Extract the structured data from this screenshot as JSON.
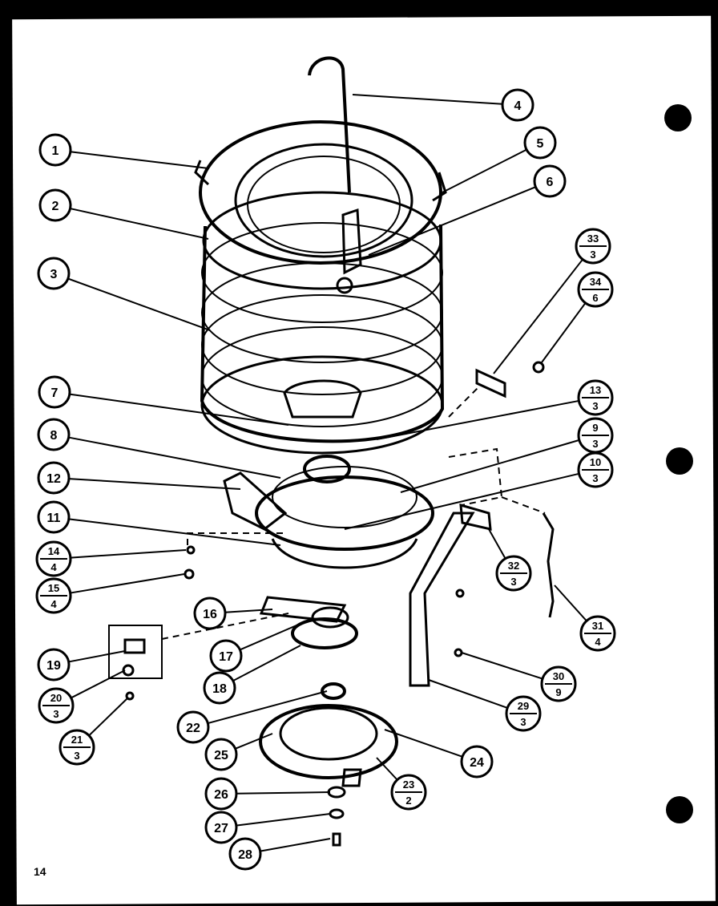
{
  "page": {
    "page_number": "14",
    "background_color": "#ffffff",
    "ink_color": "#000000"
  },
  "callouts": [
    {
      "id": "c1",
      "label": "1"
    },
    {
      "id": "c2",
      "label": "2"
    },
    {
      "id": "c3",
      "label": "3"
    },
    {
      "id": "c4",
      "label": "4"
    },
    {
      "id": "c5",
      "label": "5"
    },
    {
      "id": "c6",
      "label": "6"
    },
    {
      "id": "c7",
      "label": "7"
    },
    {
      "id": "c8",
      "label": "8"
    },
    {
      "id": "c9",
      "label": "9",
      "qty": "3"
    },
    {
      "id": "c10",
      "label": "10",
      "qty": "3"
    },
    {
      "id": "c11",
      "label": "11"
    },
    {
      "id": "c12",
      "label": "12"
    },
    {
      "id": "c13",
      "label": "13",
      "qty": "3"
    },
    {
      "id": "c14",
      "label": "14",
      "qty": "4"
    },
    {
      "id": "c15",
      "label": "15",
      "qty": "4"
    },
    {
      "id": "c16",
      "label": "16"
    },
    {
      "id": "c17",
      "label": "17"
    },
    {
      "id": "c18",
      "label": "18"
    },
    {
      "id": "c19",
      "label": "19"
    },
    {
      "id": "c20",
      "label": "20",
      "qty": "3"
    },
    {
      "id": "c21",
      "label": "21",
      "qty": "3"
    },
    {
      "id": "c22",
      "label": "22"
    },
    {
      "id": "c23",
      "label": "23",
      "qty": "2"
    },
    {
      "id": "c24",
      "label": "24"
    },
    {
      "id": "c25",
      "label": "25"
    },
    {
      "id": "c26",
      "label": "26"
    },
    {
      "id": "c27",
      "label": "27"
    },
    {
      "id": "c28",
      "label": "28"
    },
    {
      "id": "c29",
      "label": "29",
      "qty": "3"
    },
    {
      "id": "c30",
      "label": "30",
      "qty": "9"
    },
    {
      "id": "c31",
      "label": "31",
      "qty": "4"
    },
    {
      "id": "c32",
      "label": "32",
      "qty": "3"
    },
    {
      "id": "c33",
      "label": "33",
      "qty": "3"
    },
    {
      "id": "c34",
      "label": "34",
      "qty": "6"
    }
  ]
}
